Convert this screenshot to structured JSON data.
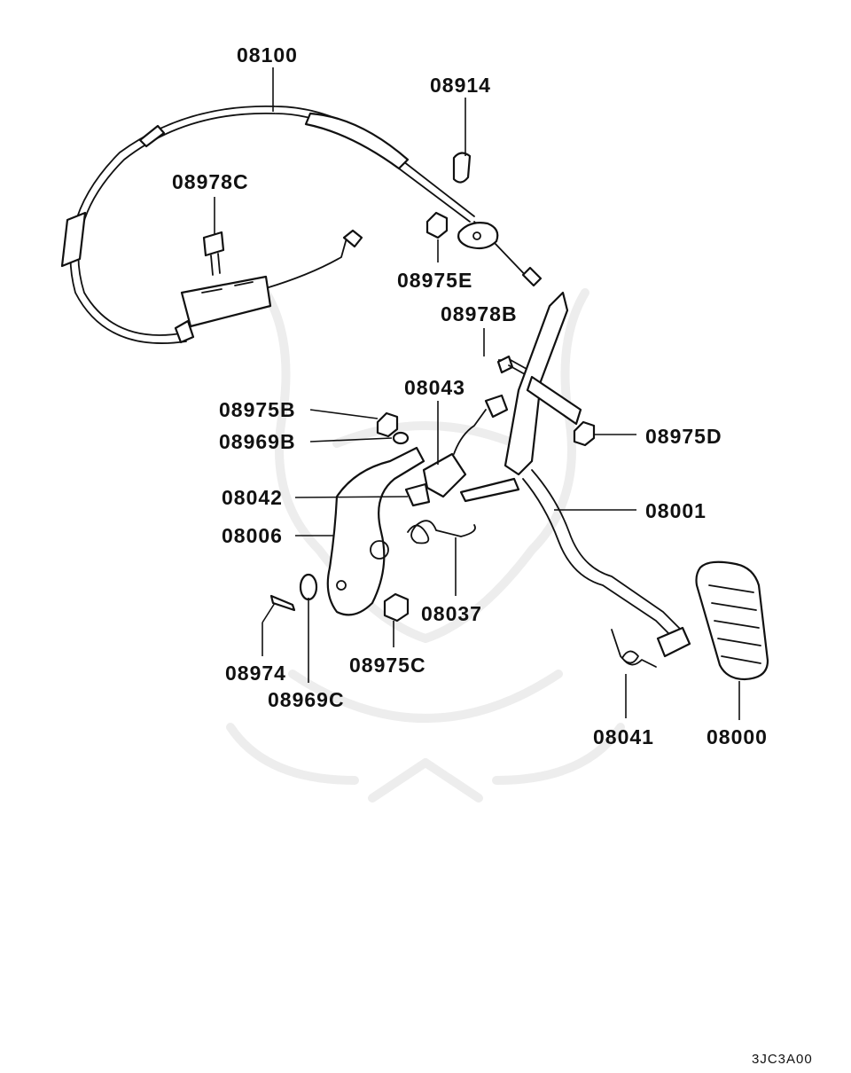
{
  "diagram": {
    "labels": {
      "p08100": "08100",
      "p08914": "08914",
      "p08978C": "08978C",
      "p08975E": "08975E",
      "p08978B": "08978B",
      "p08043": "08043",
      "p08975B": "08975B",
      "p08969B": "08969B",
      "p08975D": "08975D",
      "p08042": "08042",
      "p08001": "08001",
      "p08006": "08006",
      "p08037": "08037",
      "p08974": "08974",
      "p08975C": "08975C",
      "p08969C": "08969C",
      "p08041": "08041",
      "p08000": "08000"
    },
    "drawing_code": "3JC3A00"
  },
  "colors": {
    "line": "#111111",
    "background": "#ffffff",
    "watermark": "#ededed"
  }
}
